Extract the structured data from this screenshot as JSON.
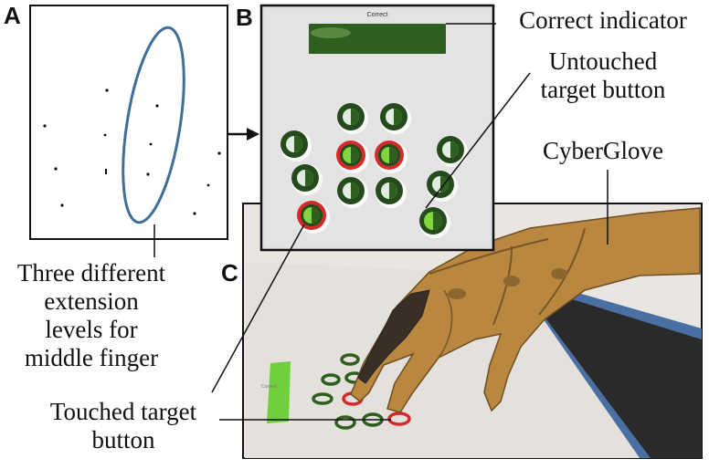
{
  "panels": {
    "a": {
      "letter": "A"
    },
    "b": {
      "letter": "B",
      "indicator_label": "Correct",
      "indicator_color": "#2e5f1e"
    },
    "c": {
      "letter": "C",
      "screen_label": "Correct"
    }
  },
  "annotations": {
    "correct_indicator": "Correct indicator",
    "untouched_target": [
      "Untouched",
      "target button"
    ],
    "cyberglove": "CyberGlove",
    "extension_levels": [
      "Three different",
      "extension",
      "levels for",
      "middle finger"
    ],
    "touched_target": [
      "Touched target",
      "button"
    ]
  },
  "colors": {
    "ellipse": "#3f6f98",
    "button_ring_dark": "#254a1c",
    "button_fill": "#7fd640",
    "touched_ring": "#d52a2a",
    "glove": "#b9873f",
    "screen_bg": "#dcdcdc"
  }
}
